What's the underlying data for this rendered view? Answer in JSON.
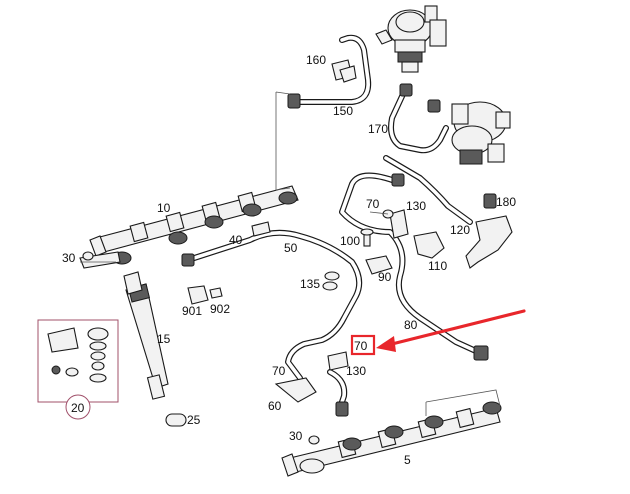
{
  "diagram": {
    "labels": {
      "p160": "160",
      "p150": "150",
      "p170": "170",
      "p180": "180",
      "p10": "10",
      "p30a": "30",
      "p40": "40",
      "p50": "50",
      "p100": "100",
      "p70a": "70",
      "p130a": "130",
      "p120": "120",
      "p90": "90",
      "p110": "110",
      "p135": "135",
      "p901": "901",
      "p902": "902",
      "p15": "15",
      "p80": "80",
      "p70b": "70",
      "p70c": "70",
      "p130b": "130",
      "p60": "60",
      "p20": "20",
      "p25": "25",
      "p30b": "30",
      "p5": "5"
    },
    "highlight_color": "#e8262b"
  }
}
